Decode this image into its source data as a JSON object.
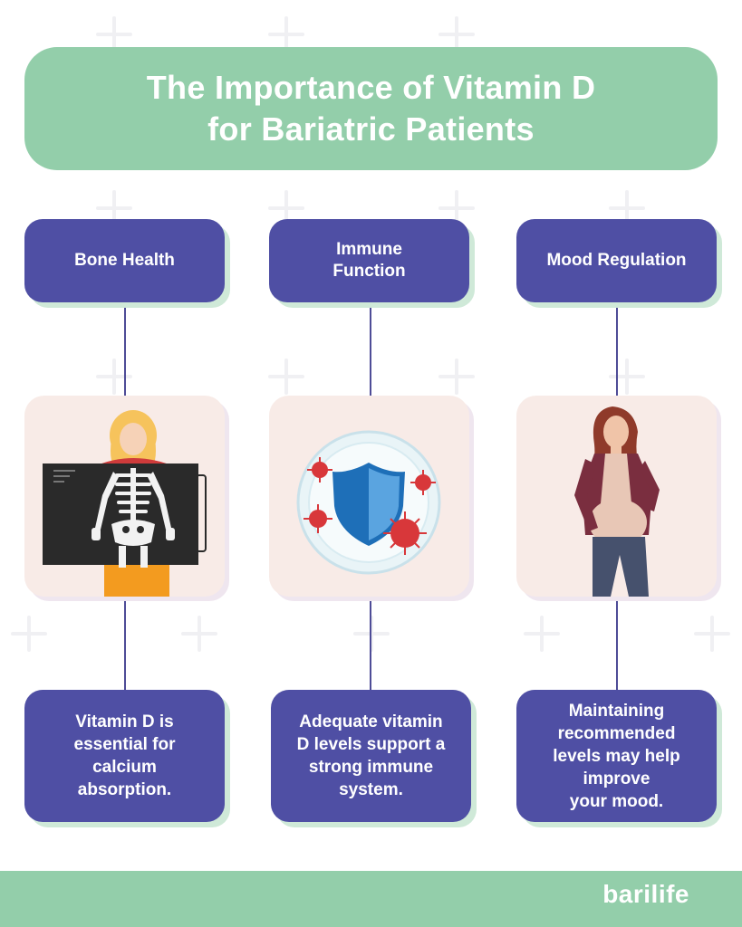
{
  "title": {
    "text": "The Importance of Vitamin D\nfor Bariatric Patients"
  },
  "columns": [
    {
      "label": "Bone Health",
      "illustration_icon": "xray-skeleton-icon",
      "description": "Vitamin D is\nessential for\ncalcium\nabsorption."
    },
    {
      "label": "Immune\nFunction",
      "illustration_icon": "immune-shield-icon",
      "description": "Adequate vitamin\nD levels support a\nstrong immune\nsystem."
    },
    {
      "label": "Mood Regulation",
      "illustration_icon": "pregnant-woman-icon",
      "description": "Maintaining\nrecommended\nlevels may help\nimprove\nyour mood."
    }
  ],
  "footer": {
    "logo_text": "barilife"
  },
  "colors": {
    "green": "#93ceaa",
    "purple": "#4f4fa4",
    "card": "#f8ebe7"
  }
}
